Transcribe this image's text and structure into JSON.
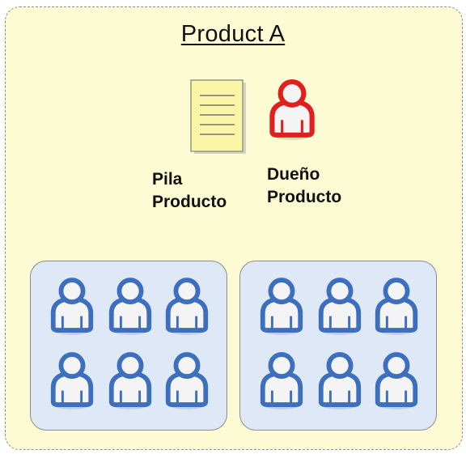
{
  "diagram": {
    "title": "Product A",
    "backlog": {
      "icon": "document-icon",
      "label_lines": [
        "Pila",
        "Producto"
      ]
    },
    "owner": {
      "icon": "person-icon",
      "color": "#e01f1f",
      "label_lines": [
        "Dueño",
        "Producto"
      ]
    },
    "teams": [
      {
        "members": 6,
        "icon": "person-icon",
        "color": "#3d6fbf"
      },
      {
        "members": 6,
        "icon": "person-icon",
        "color": "#3d6fbf"
      }
    ],
    "colors": {
      "product_background": "#fdfbd3",
      "team_background": "#dfe8f6",
      "backlog_paper": "#fbf5a8"
    }
  }
}
